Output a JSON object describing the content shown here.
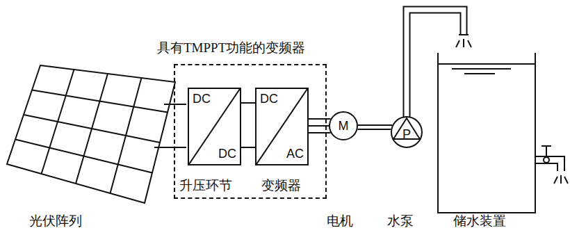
{
  "diagram": {
    "nodes": [
      {
        "text": [
          "具有TMPPT功能的变频器"
        ]
      },
      {
        "text": [
          "DC",
          "DC"
        ],
        "in": 0
      },
      {
        "text": [
          "DC",
          "AC"
        ],
        "in": 0
      },
      {
        "text": [
          "M"
        ]
      },
      {
        "text": [
          "P"
        ]
      }
    ],
    "edges": [
      {
        "from": 1,
        "to": 2,
        "arrow": "none"
      },
      {
        "from": 1,
        "to": 2,
        "arrow": "none"
      },
      {
        "from": 2,
        "to": 3,
        "arrow": "none"
      },
      {
        "from": 2,
        "to": 3,
        "arrow": "none"
      },
      {
        "from": 2,
        "to": 3,
        "arrow": "none"
      },
      {
        "from": 3,
        "to": 4,
        "arrow": "none"
      }
    ],
    "labels": [
      "升压环节",
      "变频器",
      "光伏阵列",
      "电机",
      "水泵",
      "储水装置"
    ]
  }
}
